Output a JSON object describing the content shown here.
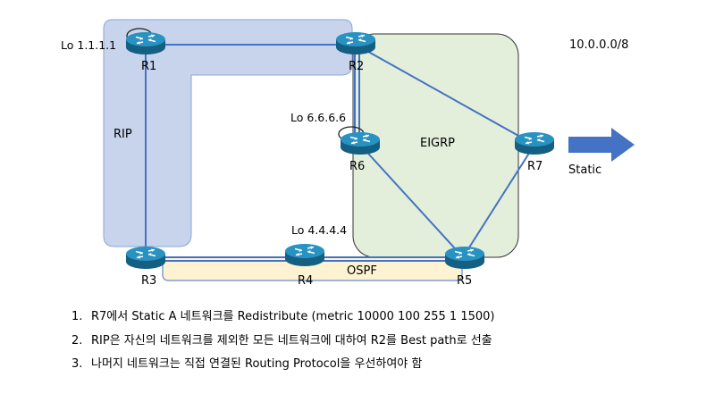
{
  "network_label": "10.0.0.0/8",
  "areas": {
    "rip": "RIP",
    "eigrp": "EIGRP",
    "ospf": "OSPF"
  },
  "arrow_label": "Static",
  "loopbacks": {
    "r1": "Lo 1.1.1.1",
    "r6": "Lo 6.6.6.6",
    "r4": "Lo 4.4.4.4"
  },
  "routers": [
    {
      "id": "r1",
      "name": "R1"
    },
    {
      "id": "r2",
      "name": "R2"
    },
    {
      "id": "r3",
      "name": "R3"
    },
    {
      "id": "r4",
      "name": "R4"
    },
    {
      "id": "r5",
      "name": "R5"
    },
    {
      "id": "r6",
      "name": "R6"
    },
    {
      "id": "r7",
      "name": "R7"
    }
  ],
  "notes": [
    {
      "num": "1.",
      "text": "R7에서 Static A 네트워크를 Redistribute (metric 10000 100 255 1 1500)"
    },
    {
      "num": "2.",
      "text": "RIP은 자신의 네트워크를 제외한 모든 네트워크에 대하여 R2를 Best path로 선출"
    },
    {
      "num": "3.",
      "text": "나머지 네트워크는 직접 연결된 Routing Protocol을 우선하여야 함"
    }
  ],
  "colors": {
    "rip_fill": "#c7d4ec",
    "rip_stroke": "#8ea6d6",
    "eigrp_fill": "#e3efda",
    "eigrp_stroke": "#333333",
    "ospf_fill": "#fdf3d2",
    "link": "#4472c4",
    "router_body": "#1f7ea8",
    "arrow": "#4472c4"
  }
}
